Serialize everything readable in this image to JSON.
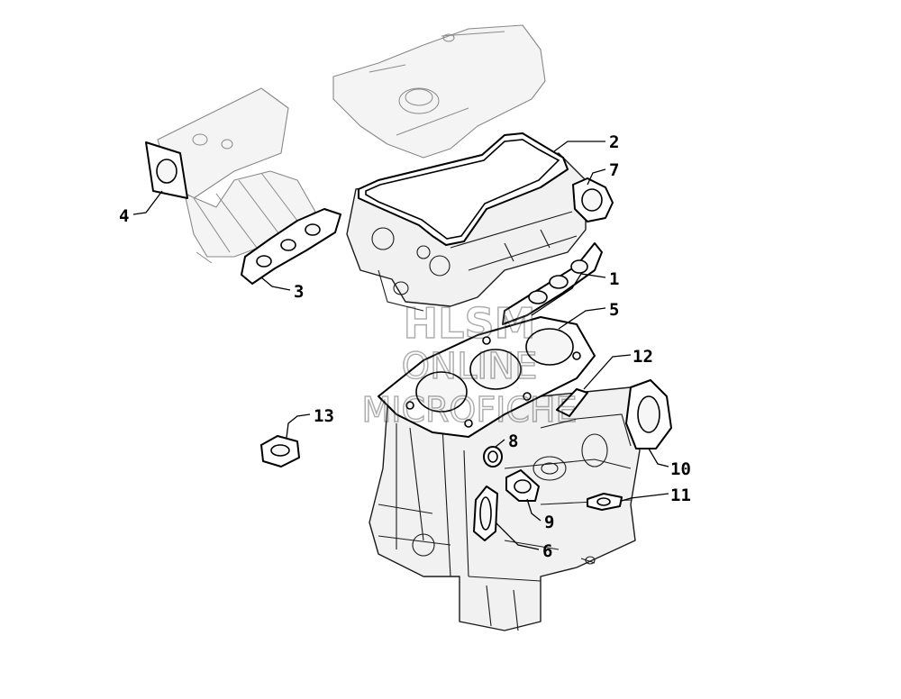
{
  "watermark": {
    "line1": "HLSM",
    "line2": "ONLINE",
    "line3": "MICROFICHE"
  },
  "callouts": [
    {
      "id": "1",
      "label": "1"
    },
    {
      "id": "2",
      "label": "2"
    },
    {
      "id": "3",
      "label": "3"
    },
    {
      "id": "4",
      "label": "4"
    },
    {
      "id": "5",
      "label": "5"
    },
    {
      "id": "6",
      "label": "6"
    },
    {
      "id": "7",
      "label": "7"
    },
    {
      "id": "8",
      "label": "8"
    },
    {
      "id": "9",
      "label": "9"
    },
    {
      "id": "10",
      "label": "10"
    },
    {
      "id": "11",
      "label": "11"
    },
    {
      "id": "12",
      "label": "12"
    },
    {
      "id": "13",
      "label": "13"
    }
  ]
}
